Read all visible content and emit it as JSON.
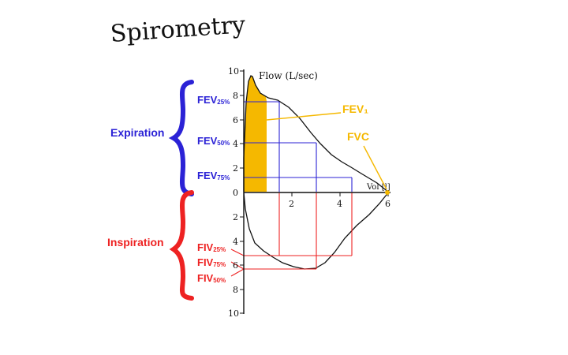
{
  "title": "Spirometry",
  "labels": {
    "expiration": "Expiration",
    "inspiration": "Inspiration",
    "fev1": "FEV₁",
    "fvc": "FVC",
    "fev25": {
      "main": "FEV",
      "sub": "25%"
    },
    "fev50": {
      "main": "FEV",
      "sub": "50%"
    },
    "fev75": {
      "main": "FEV",
      "sub": "75%"
    },
    "fiv25": {
      "main": "FIV",
      "sub": "25%"
    },
    "fiv75": {
      "main": "FIV",
      "sub": "75%"
    },
    "fiv50": {
      "main": "FIV",
      "sub": "50%"
    }
  },
  "axes": {
    "y_label": "Flow (L/sec)",
    "x_label": "Vol [l]",
    "y_ticks_top": [
      "10",
      "8",
      "6",
      "4",
      "2",
      "0"
    ],
    "y_ticks_bottom": [
      "2",
      "4",
      "6",
      "8",
      "10"
    ],
    "x_ticks": [
      "2",
      "4",
      "6"
    ]
  },
  "colors": {
    "expiration": "#2b22d6",
    "inspiration": "#ee2222",
    "fev1_fill": "#f5b800",
    "curve": "#111111"
  }
}
